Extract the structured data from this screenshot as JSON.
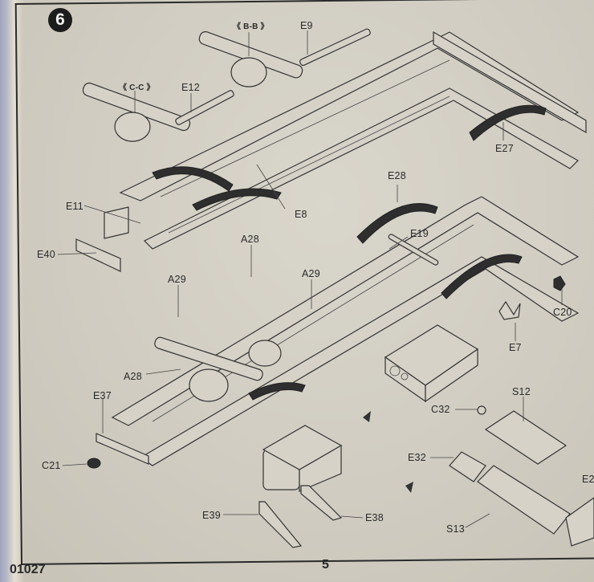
{
  "document": {
    "product_code": "01027",
    "page_number": "5",
    "step": {
      "number": "6",
      "section_views": [
        "《 B-B 》",
        "《 C-C 》"
      ]
    }
  },
  "callouts": {
    "B_B": "《 B-B 》",
    "C_C": "《 C-C 》",
    "E9": "E9",
    "E12": "E12",
    "E27": "E27",
    "E8": "E8",
    "E11": "E11",
    "E40": "E40",
    "E28": "E28",
    "E19": "E19",
    "A28_top": "A28",
    "A29_left": "A29",
    "A29_right": "A29",
    "C20": "C20",
    "E7": "E7",
    "A28_bottom": "A28",
    "E37": "E37",
    "C32": "C32",
    "S12": "S12",
    "C21": "C21",
    "E32": "E32",
    "E2x": "E2",
    "E39": "E39",
    "E38": "E38",
    "S13": "S13"
  },
  "part_list": [
    "E9",
    "E12",
    "E27",
    "E8",
    "E11",
    "E40",
    "E28",
    "E19",
    "A28",
    "A29",
    "C20",
    "E7",
    "E37",
    "C32",
    "S12",
    "C21",
    "E32",
    "E39",
    "E38",
    "S13"
  ]
}
